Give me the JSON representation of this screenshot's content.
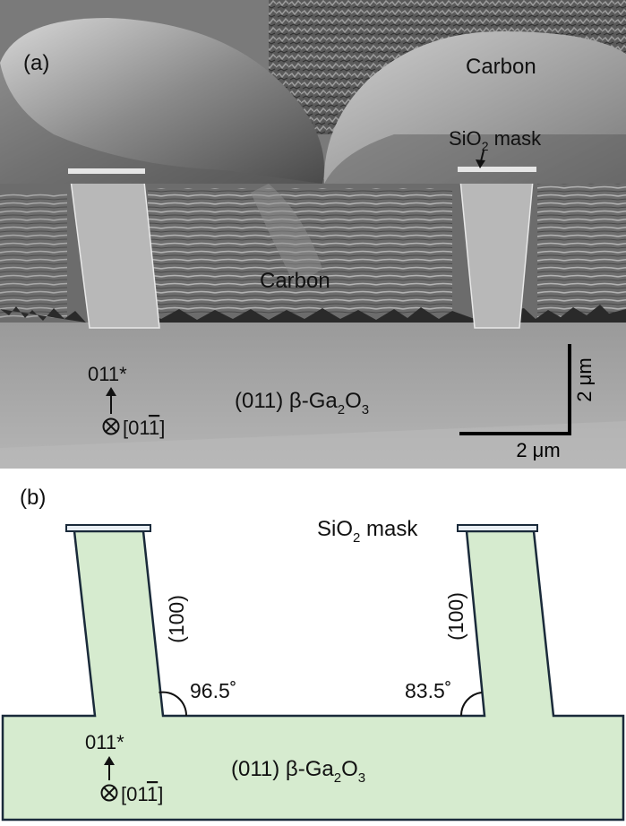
{
  "panel_a": {
    "label": "(a)",
    "carbon_top_label": "Carbon",
    "mask_label": "SiO",
    "mask_sub": "2",
    "mask_suffix": " mask",
    "carbon_mid_label": "Carbon",
    "substrate_prefix": "(011) β-Ga",
    "substrate_sub1": "2",
    "substrate_mid": "O",
    "substrate_sub2": "3",
    "direction_up": "011*",
    "direction_in": "[01",
    "direction_in_bar": "1",
    "direction_in_close": "]",
    "scale_vertical": "2 μm",
    "scale_horizontal": "2 μm",
    "colors": {
      "sem_bg": "#8c8c8c",
      "substrate": "#a8a8a8",
      "carbon": "#707070",
      "fin": "#bdbdbd"
    }
  },
  "panel_b": {
    "label": "(b)",
    "mask_label": "SiO",
    "mask_sub": "2",
    "mask_suffix": " mask",
    "facet_left": "(100)",
    "facet_right": "(100)",
    "angle_left": "96.5˚",
    "angle_right": "83.5˚",
    "substrate_prefix": "(011) β-Ga",
    "substrate_sub1": "2",
    "substrate_mid": "O",
    "substrate_sub2": "3",
    "direction_up": "011*",
    "direction_in": "[01",
    "direction_in_bar": "1",
    "direction_in_close": "]",
    "colors": {
      "fill": "#d6ebcf",
      "stroke": "#1a2a3a",
      "mask_fill": "#e8eef3"
    }
  }
}
